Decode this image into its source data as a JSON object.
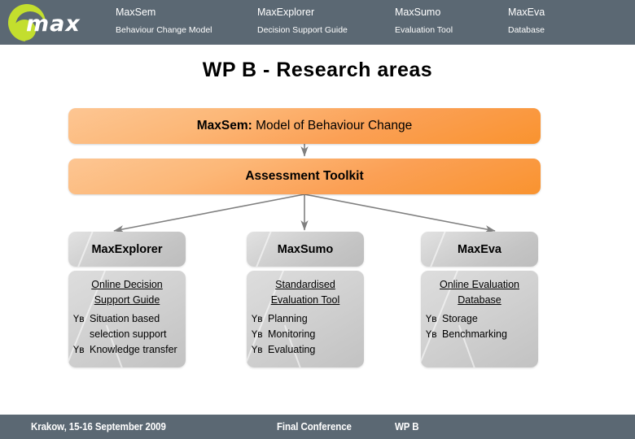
{
  "header": {
    "logo_text": "max",
    "nav": [
      {
        "title": "MaxSem",
        "subtitle": "Behaviour Change Model"
      },
      {
        "title": "MaxExplorer",
        "subtitle": "Decision Support Guide"
      },
      {
        "title": "MaxSumo",
        "subtitle": "Evaluation Tool"
      },
      {
        "title": "MaxEva",
        "subtitle": "Database"
      }
    ],
    "bg_color": "#5b6873",
    "logo_color": "#c3de2e"
  },
  "page_title": "WP B -  Research areas",
  "flow": {
    "maxsem_bold": "MaxSem:",
    "maxsem_rest": " Model of Behaviour Change",
    "toolkit": "Assessment Toolkit",
    "accent_color": "#f9932f",
    "arrow_color": "#808080"
  },
  "columns": [
    {
      "heading": "MaxExplorer",
      "subtitle": "Online Decision Support Guide",
      "bullet_glyph": "Υʙ",
      "bullets": [
        "Situation based selection support",
        "Knowledge transfer"
      ]
    },
    {
      "heading": "MaxSumo",
      "subtitle": "Standardised Evaluation Tool",
      "bullet_glyph": "Υʙ",
      "bullets": [
        "Planning",
        "Monitoring",
        "Evaluating"
      ]
    },
    {
      "heading": "MaxEva",
      "subtitle": "Online Evaluation Database",
      "bullet_glyph": "Υʙ",
      "bullets": [
        "Storage",
        "Benchmarking"
      ]
    }
  ],
  "footer": {
    "date": "Krakow, 15-16 September 2009",
    "event": "Final Conference",
    "workpackage": "WP B",
    "bg_color": "#5b6873"
  }
}
